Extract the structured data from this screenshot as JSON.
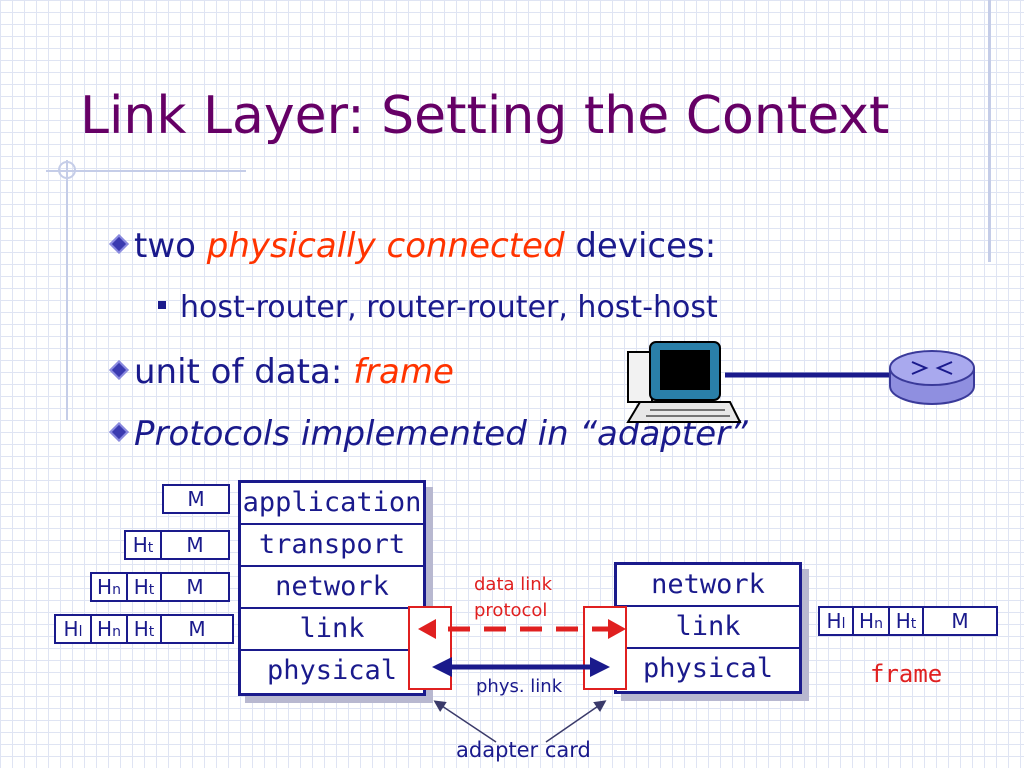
{
  "slide": {
    "title": "Link Layer: Setting the Context",
    "bullets": {
      "b1_pre": "two ",
      "b1_em": "physically connected",
      "b1_post": " devices:",
      "b1_sub": "host-router, router-router, host-host",
      "b2_pre": "unit of data: ",
      "b2_em": "frame",
      "b3": "Protocols implemented in “adapter”"
    }
  },
  "left_stack": [
    "application",
    "transport",
    "network",
    "link",
    "physical"
  ],
  "right_stack": [
    "network",
    "link",
    "physical"
  ],
  "headers": {
    "m": "M",
    "ht": "H",
    "ht_sub": "t",
    "hn": "H",
    "hn_sub": "n",
    "hl": "H",
    "hl_sub": "l"
  },
  "labels": {
    "data_link_protocol": "data link\nprotocol",
    "phys_link": "phys. link",
    "adapter_card": "adapter card",
    "frame": "frame"
  },
  "colors": {
    "title": "#660066",
    "text": "#1a1a8c",
    "emph": "#ff3300",
    "adapter": "#e02020"
  },
  "icons": [
    "computer-icon",
    "router-icon",
    "diamond-bullet-icon",
    "square-bullet-icon"
  ]
}
